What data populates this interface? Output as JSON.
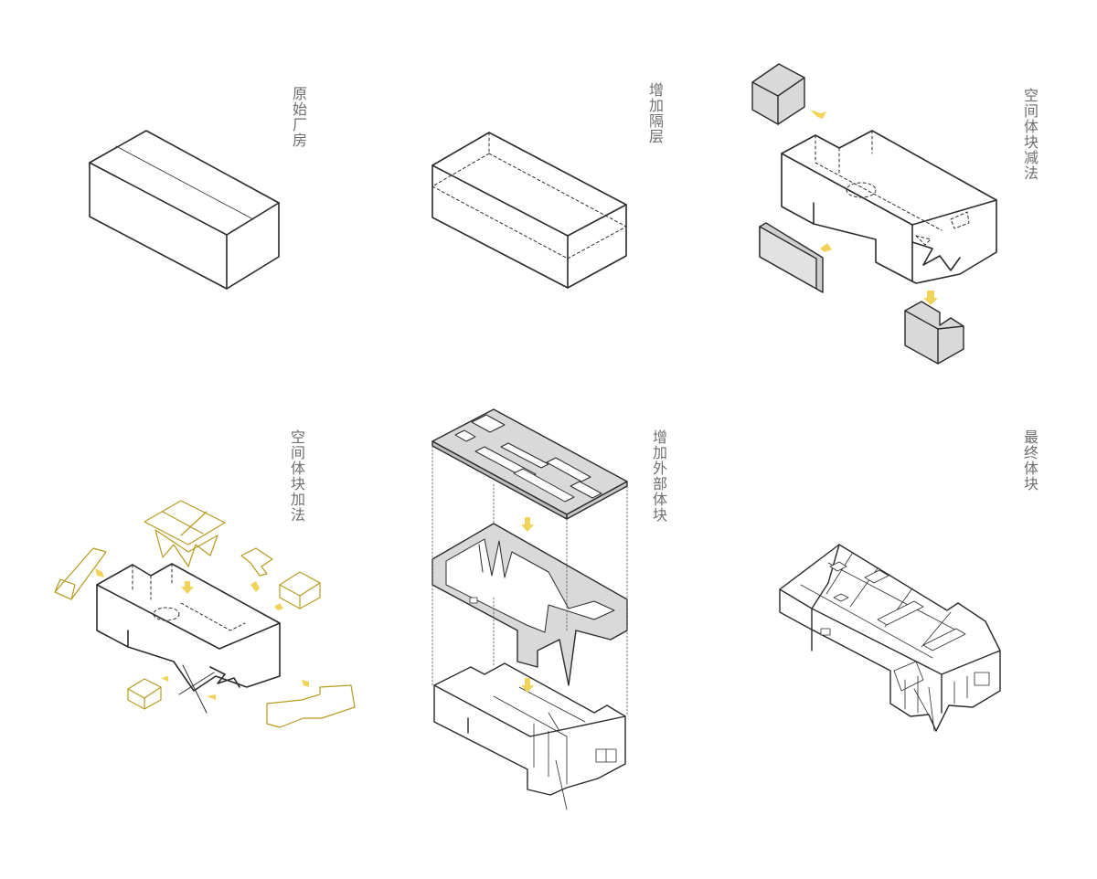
{
  "colors": {
    "ink": "#2b2b2b",
    "label": "#6e6e6e",
    "fill": "#ffffff",
    "gray": "#dedede",
    "yellow": "#f5d95a",
    "yellow_dark": "#b79a1f",
    "arrow": "#f2d35a"
  },
  "steps": [
    {
      "id": "original",
      "label": "原始厂房"
    },
    {
      "id": "add-floor",
      "label": "增加隔层"
    },
    {
      "id": "subtract",
      "label": "空间体块减法"
    },
    {
      "id": "add-volume",
      "label": "空间体块加法"
    },
    {
      "id": "add-exterior",
      "label": "增加外部体块"
    },
    {
      "id": "final",
      "label": "最终体块"
    }
  ]
}
